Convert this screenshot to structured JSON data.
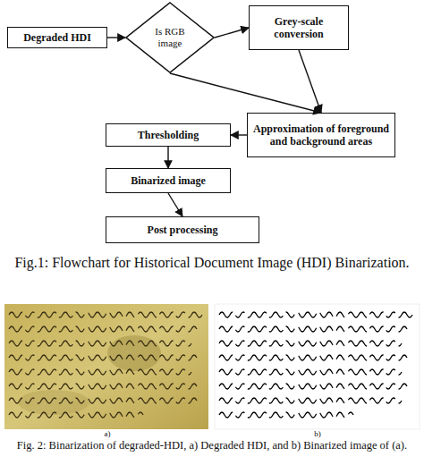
{
  "diagram": {
    "caption": "Fig.1: Flowchart for Historical Document Image (HDI) Binarization.",
    "nodes": [
      {
        "text": [
          "Degraded HDI"
        ]
      },
      {
        "text": [
          "Is RGB image"
        ]
      },
      {
        "text": [
          "Grey-scale conversion"
        ]
      },
      {
        "text": [
          "Approximation of foreground and background areas"
        ]
      },
      {
        "text": [
          "Thresholding"
        ]
      },
      {
        "text": [
          "Binarized image"
        ]
      },
      {
        "text": [
          "Post processing"
        ]
      }
    ],
    "edges": [
      {
        "from": 0,
        "to": 1,
        "arrow": "to"
      },
      {
        "from": 1,
        "to": 2,
        "arrow": "to"
      },
      {
        "from": 2,
        "to": 3,
        "arrow": "to"
      },
      {
        "from": 1,
        "to": 3,
        "arrow": "to"
      },
      {
        "from": 3,
        "to": 4,
        "arrow": "to"
      },
      {
        "from": 4,
        "to": 5,
        "arrow": "to"
      },
      {
        "from": 5,
        "to": 6,
        "arrow": "to"
      }
    ],
    "labels": [
      "a)",
      "b)",
      "Fig. 2: Binarization of degraded-HDI, a) Degraded HDI, and b) Binarized image of (a)."
    ]
  }
}
